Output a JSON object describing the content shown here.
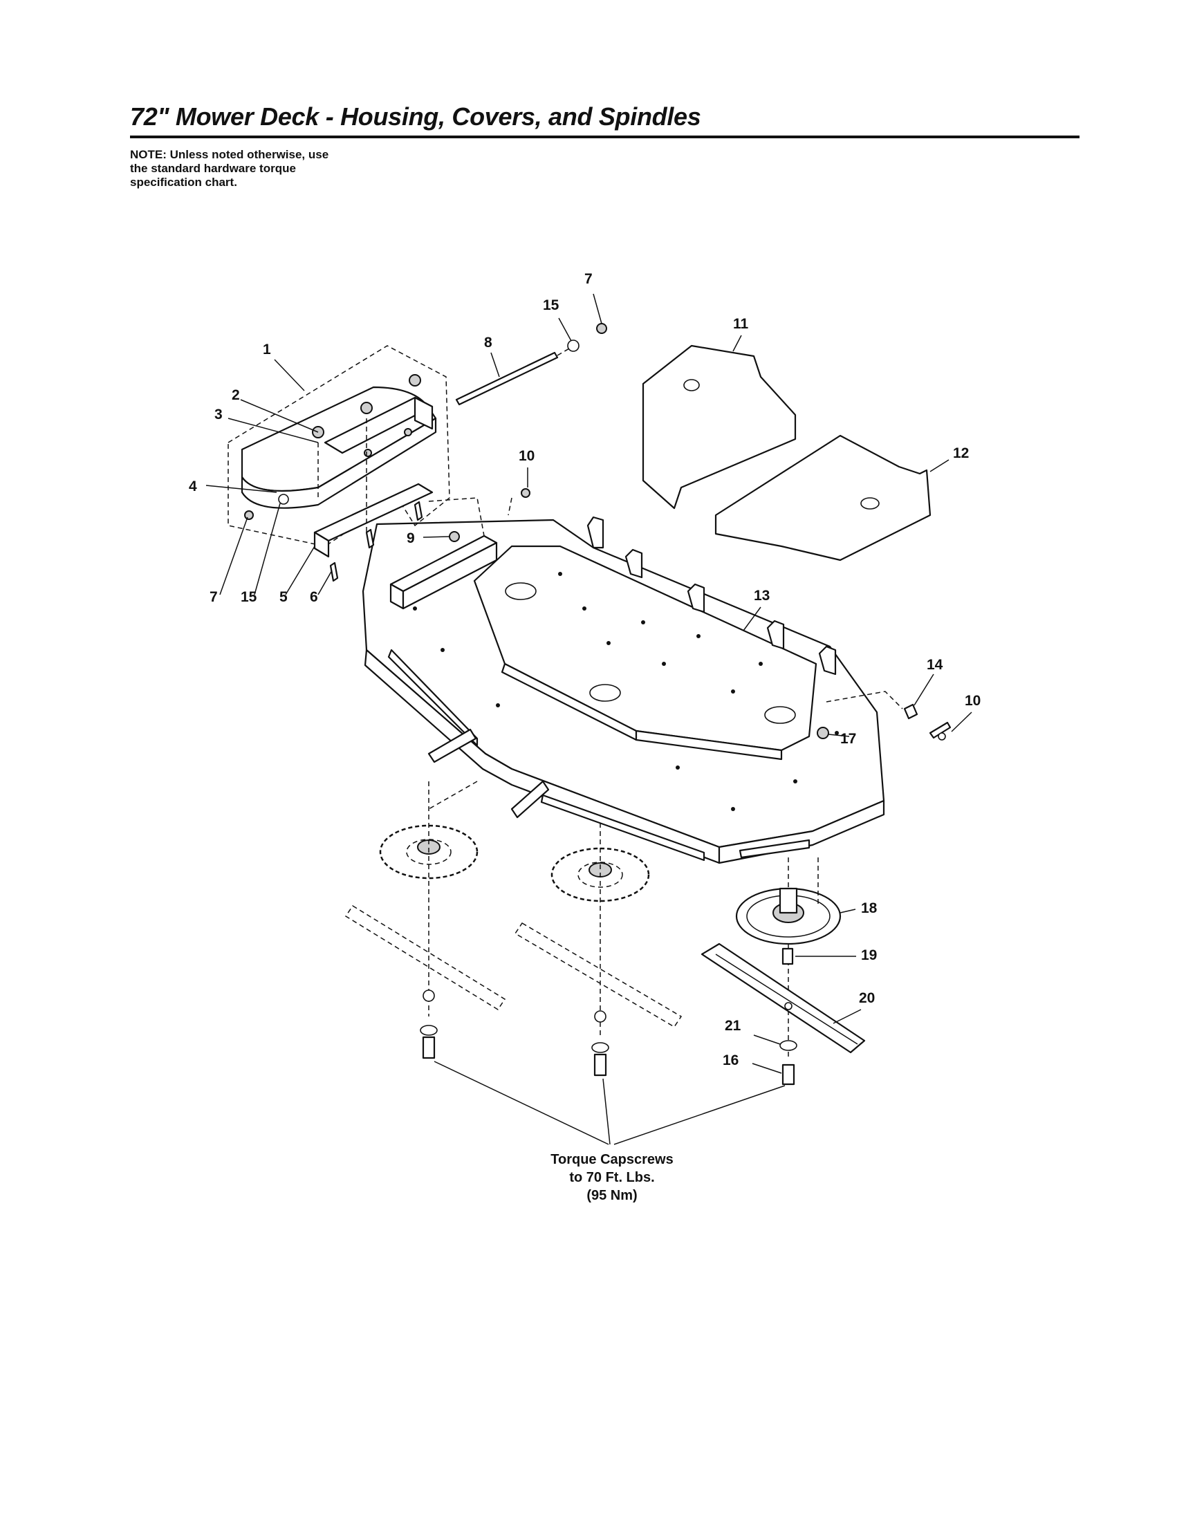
{
  "page": {
    "title": "72\" Mower Deck - Housing, Covers, and Spindles",
    "note_lines": [
      "NOTE: Unless noted otherwise, use",
      "the standard hardware torque",
      "specification chart."
    ]
  },
  "callouts": [
    {
      "id": "c1",
      "text": "1"
    },
    {
      "id": "c2",
      "text": "2"
    },
    {
      "id": "c3",
      "text": "3"
    },
    {
      "id": "c4",
      "text": "4"
    },
    {
      "id": "c5",
      "text": "5"
    },
    {
      "id": "c6",
      "text": "6"
    },
    {
      "id": "c7a",
      "text": "7"
    },
    {
      "id": "c7b",
      "text": "7"
    },
    {
      "id": "c8",
      "text": "8"
    },
    {
      "id": "c9",
      "text": "9"
    },
    {
      "id": "c10a",
      "text": "10"
    },
    {
      "id": "c10b",
      "text": "10"
    },
    {
      "id": "c11",
      "text": "11"
    },
    {
      "id": "c12",
      "text": "12"
    },
    {
      "id": "c13",
      "text": "13"
    },
    {
      "id": "c14",
      "text": "14"
    },
    {
      "id": "c15a",
      "text": "15"
    },
    {
      "id": "c15b",
      "text": "15"
    },
    {
      "id": "c16",
      "text": "16"
    },
    {
      "id": "c17",
      "text": "17"
    },
    {
      "id": "c18",
      "text": "18"
    },
    {
      "id": "c19",
      "text": "19"
    },
    {
      "id": "c20",
      "text": "20"
    },
    {
      "id": "c21",
      "text": "21"
    }
  ],
  "torque_note": {
    "lines": [
      "Torque Capscrews",
      "to 70 Ft. Lbs.",
      "(95 Nm)"
    ]
  }
}
